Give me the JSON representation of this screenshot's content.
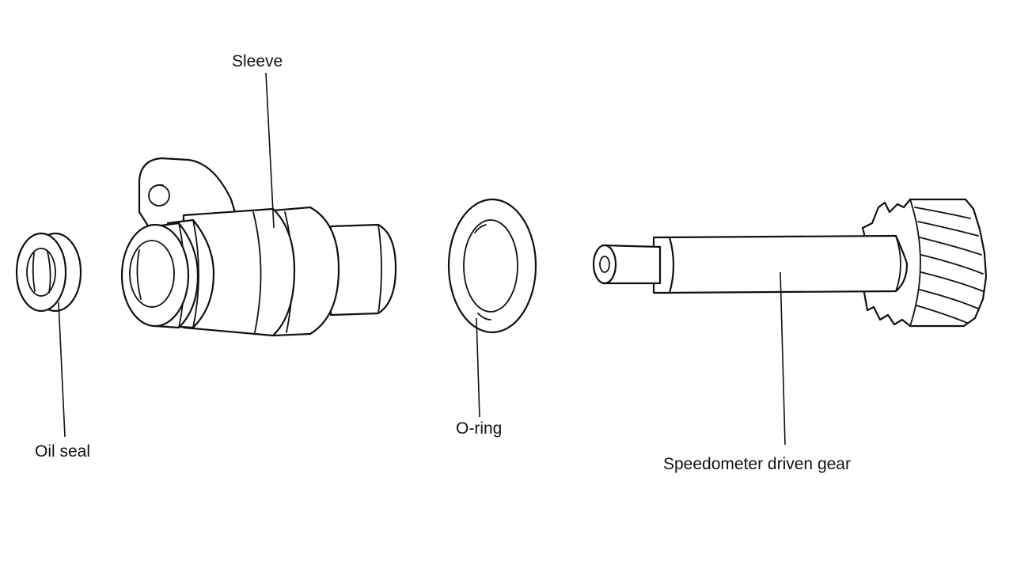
{
  "labels": {
    "sleeve": "Sleeve",
    "oil_seal": "Oil seal",
    "o_ring": "O-ring",
    "driven_gear": "Speedometer driven gear"
  },
  "colors": {
    "line": "#111111",
    "background": "#ffffff"
  }
}
